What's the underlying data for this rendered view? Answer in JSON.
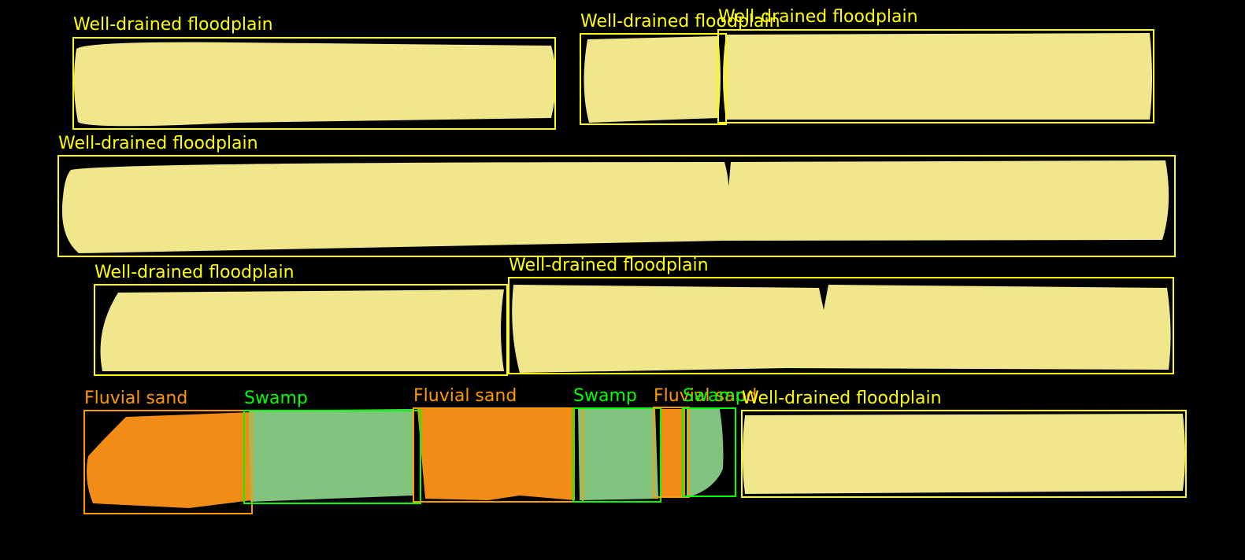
{
  "colors": {
    "well_drained_floodplain": {
      "fill": "#f0e68c",
      "box": "#ffff00"
    },
    "fluvial_sand": {
      "fill": "#f28c16",
      "box": "#ff9900"
    },
    "swamp": {
      "fill": "#80c47f",
      "box": "#00ff00"
    }
  },
  "regions": [
    {
      "label": "Well-drained floodplain",
      "class": "well_drained_floodplain"
    },
    {
      "label": "Well-drained floodplain",
      "class": "well_drained_floodplain"
    },
    {
      "label": "Well-drained floodplain",
      "class": "well_drained_floodplain"
    },
    {
      "label": "Well-drained floodplain",
      "class": "well_drained_floodplain"
    },
    {
      "label": "Well-drained floodplain",
      "class": "well_drained_floodplain"
    },
    {
      "label": "Well-drained floodplain",
      "class": "well_drained_floodplain"
    },
    {
      "label": "Fluvial sand",
      "class": "fluvial_sand"
    },
    {
      "label": "Swamp",
      "class": "swamp"
    },
    {
      "label": "Fluvial sand",
      "class": "fluvial_sand"
    },
    {
      "label": "Swamp",
      "class": "swamp"
    },
    {
      "label": "Fluvial sand",
      "class": "fluvial_sand"
    },
    {
      "label": "Swamp",
      "class": "swamp"
    },
    {
      "label": "Well-drained floodplain",
      "class": "well_drained_floodplain"
    }
  ]
}
